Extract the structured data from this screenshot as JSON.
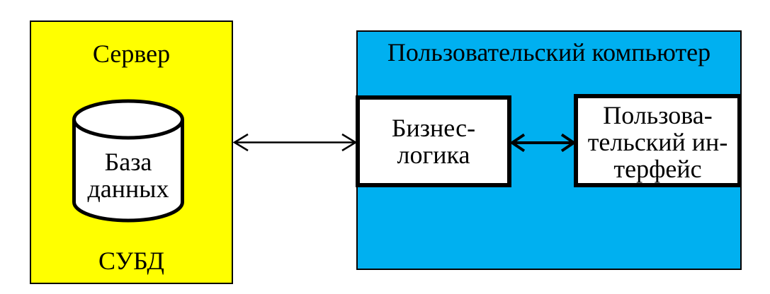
{
  "colors": {
    "server_fill": "#FFFF00",
    "client_fill": "#00B0F0",
    "node_fill": "#FFFFFF",
    "stroke": "#000000"
  },
  "server_block": {
    "title": "Сервер",
    "footer": "СУБД",
    "database": {
      "line1": "База",
      "line2": "данных"
    }
  },
  "client_block": {
    "title": "Пользовательский компьютер",
    "business_logic": {
      "line1": "Бизнес-",
      "line2": "логика"
    },
    "user_interface": {
      "line1": "Пользова-",
      "line2": "тельский ин-",
      "line3": "терфейс"
    }
  },
  "connectors": {
    "server_to_logic": "bidirectional-arrow",
    "logic_to_ui": "bidirectional-arrow"
  }
}
